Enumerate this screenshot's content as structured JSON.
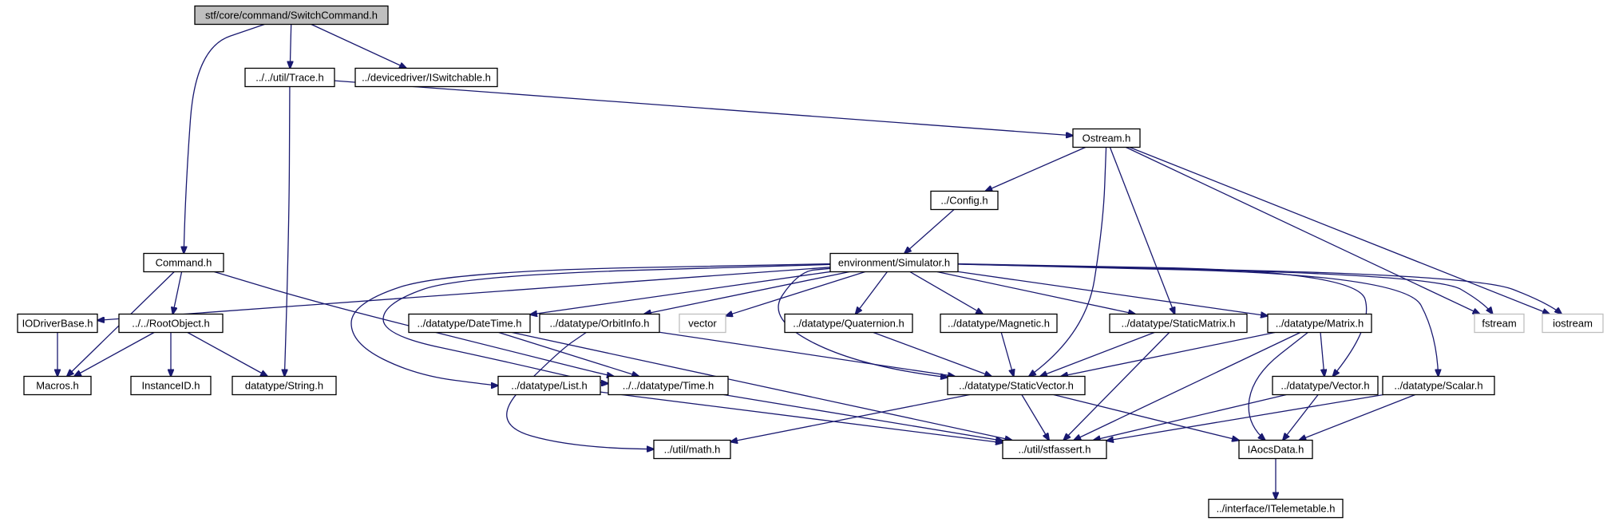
{
  "graph": {
    "nodes": [
      {
        "id": "switchcommand",
        "label": "stf/core/command/SwitchCommand.h",
        "kind": "root"
      },
      {
        "id": "trace",
        "label": "../../util/Trace.h",
        "kind": "file"
      },
      {
        "id": "iswitchable",
        "label": "../devicedriver/ISwitchable.h",
        "kind": "file"
      },
      {
        "id": "ostream",
        "label": "Ostream.h",
        "kind": "file"
      },
      {
        "id": "config",
        "label": "../Config.h",
        "kind": "file"
      },
      {
        "id": "simulator",
        "label": "environment/Simulator.h",
        "kind": "file"
      },
      {
        "id": "command",
        "label": "Command.h",
        "kind": "file"
      },
      {
        "id": "iodriverbase",
        "label": "IODriverBase.h",
        "kind": "file"
      },
      {
        "id": "rootobject",
        "label": "../../RootObject.h",
        "kind": "file"
      },
      {
        "id": "macros",
        "label": "Macros.h",
        "kind": "file"
      },
      {
        "id": "instanceid",
        "label": "InstanceID.h",
        "kind": "file"
      },
      {
        "id": "string",
        "label": "datatype/String.h",
        "kind": "file"
      },
      {
        "id": "datetime",
        "label": "../datatype/DateTime.h",
        "kind": "file"
      },
      {
        "id": "orbitinfo",
        "label": "../datatype/OrbitInfo.h",
        "kind": "file"
      },
      {
        "id": "vector_std",
        "label": "vector",
        "kind": "external"
      },
      {
        "id": "quaternion",
        "label": "../datatype/Quaternion.h",
        "kind": "file"
      },
      {
        "id": "magnetic",
        "label": "../datatype/Magnetic.h",
        "kind": "file"
      },
      {
        "id": "staticmatrix",
        "label": "../datatype/StaticMatrix.h",
        "kind": "file"
      },
      {
        "id": "matrix",
        "label": "../datatype/Matrix.h",
        "kind": "file"
      },
      {
        "id": "fstream",
        "label": "fstream",
        "kind": "external"
      },
      {
        "id": "iostream",
        "label": "iostream",
        "kind": "external"
      },
      {
        "id": "list",
        "label": "../datatype/List.h",
        "kind": "file"
      },
      {
        "id": "time",
        "label": "../../datatype/Time.h",
        "kind": "file"
      },
      {
        "id": "staticvector",
        "label": "../datatype/StaticVector.h",
        "kind": "file"
      },
      {
        "id": "vector",
        "label": "../datatype/Vector.h",
        "kind": "file"
      },
      {
        "id": "scalar",
        "label": "../datatype/Scalar.h",
        "kind": "file"
      },
      {
        "id": "math",
        "label": "../util/math.h",
        "kind": "file"
      },
      {
        "id": "stfassert",
        "label": "../util/stfassert.h",
        "kind": "file"
      },
      {
        "id": "iaocsdata",
        "label": "IAocsData.h",
        "kind": "file"
      },
      {
        "id": "itelemetable",
        "label": "../interface/ITelemetable.h",
        "kind": "file"
      }
    ],
    "edges": [
      [
        "switchcommand",
        "trace"
      ],
      [
        "switchcommand",
        "iswitchable"
      ],
      [
        "switchcommand",
        "command"
      ],
      [
        "trace",
        "ostream"
      ],
      [
        "trace",
        "string"
      ],
      [
        "ostream",
        "config"
      ],
      [
        "ostream",
        "staticvector"
      ],
      [
        "ostream",
        "staticmatrix"
      ],
      [
        "ostream",
        "fstream"
      ],
      [
        "ostream",
        "iostream"
      ],
      [
        "config",
        "simulator"
      ],
      [
        "command",
        "macros"
      ],
      [
        "command",
        "rootobject"
      ],
      [
        "command",
        "time"
      ],
      [
        "rootobject",
        "macros"
      ],
      [
        "rootobject",
        "instanceid"
      ],
      [
        "rootobject",
        "string"
      ],
      [
        "iodriverbase",
        "macros"
      ],
      [
        "simulator",
        "iodriverbase"
      ],
      [
        "simulator",
        "datetime"
      ],
      [
        "simulator",
        "orbitinfo"
      ],
      [
        "simulator",
        "vector_std"
      ],
      [
        "simulator",
        "quaternion"
      ],
      [
        "simulator",
        "magnetic"
      ],
      [
        "simulator",
        "staticmatrix"
      ],
      [
        "simulator",
        "matrix"
      ],
      [
        "simulator",
        "fstream"
      ],
      [
        "simulator",
        "iostream"
      ],
      [
        "simulator",
        "list"
      ],
      [
        "simulator",
        "time"
      ],
      [
        "simulator",
        "staticvector"
      ],
      [
        "simulator",
        "vector"
      ],
      [
        "simulator",
        "scalar"
      ],
      [
        "datetime",
        "time"
      ],
      [
        "datetime",
        "stfassert"
      ],
      [
        "orbitinfo",
        "staticvector"
      ],
      [
        "orbitinfo",
        "math"
      ],
      [
        "quaternion",
        "staticvector"
      ],
      [
        "magnetic",
        "staticvector"
      ],
      [
        "staticmatrix",
        "staticvector"
      ],
      [
        "staticmatrix",
        "stfassert"
      ],
      [
        "matrix",
        "staticvector"
      ],
      [
        "matrix",
        "vector"
      ],
      [
        "matrix",
        "stfassert"
      ],
      [
        "matrix",
        "iaocsdata"
      ],
      [
        "list",
        "stfassert"
      ],
      [
        "time",
        "stfassert"
      ],
      [
        "staticvector",
        "math"
      ],
      [
        "staticvector",
        "stfassert"
      ],
      [
        "staticvector",
        "iaocsdata"
      ],
      [
        "vector",
        "stfassert"
      ],
      [
        "vector",
        "iaocsdata"
      ],
      [
        "scalar",
        "stfassert"
      ],
      [
        "scalar",
        "iaocsdata"
      ],
      [
        "iaocsdata",
        "itelemetable"
      ]
    ]
  }
}
